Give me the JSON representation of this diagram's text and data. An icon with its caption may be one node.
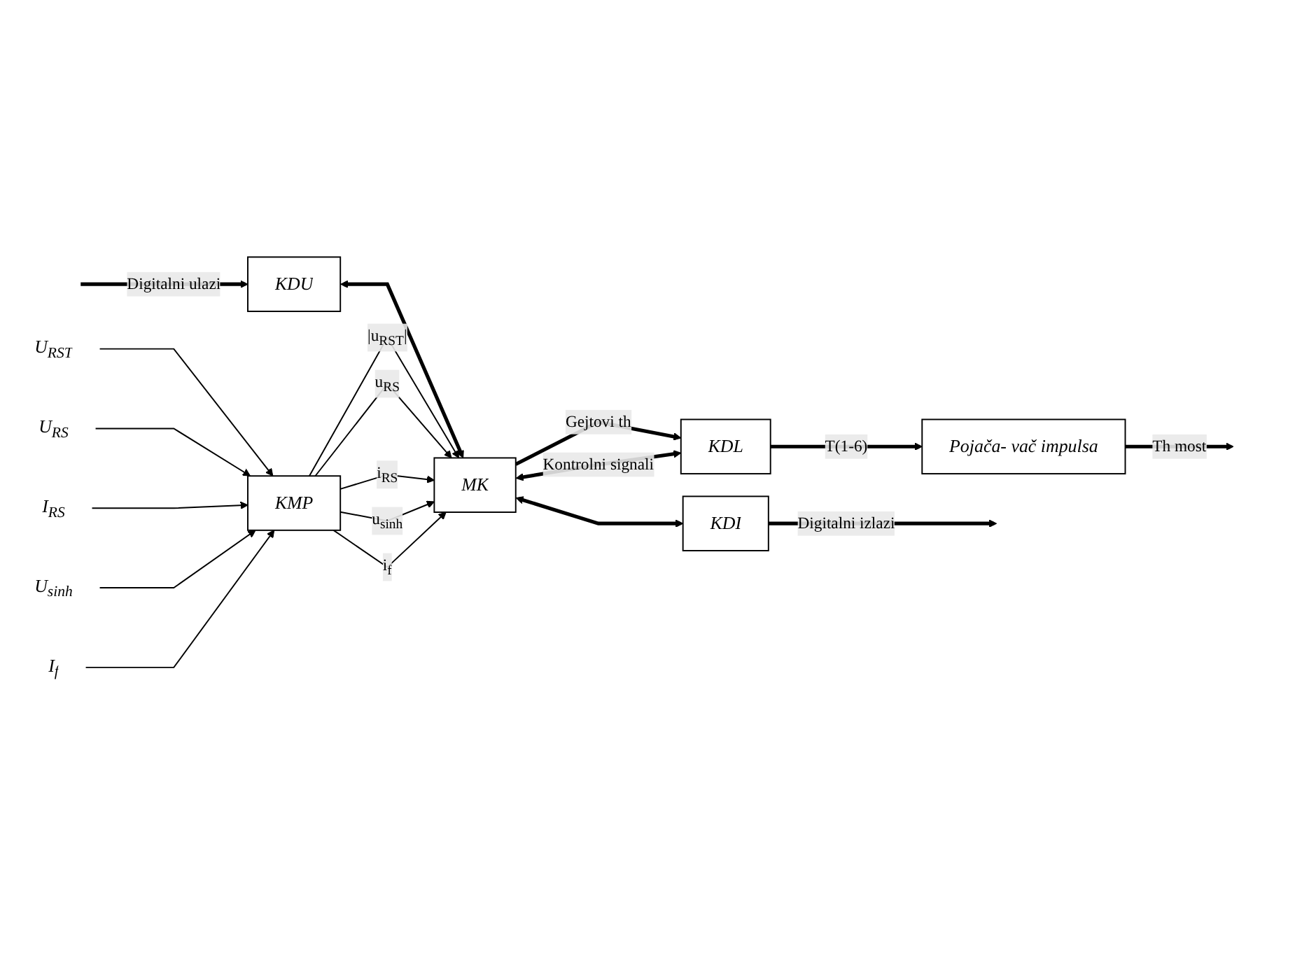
{
  "diagram": {
    "nodes": [
      {
        "text": [
          "KDU"
        ]
      },
      {
        "text": [
          "U$_{RST}$"
        ]
      },
      {
        "text": [
          "U$_{RS}$"
        ]
      },
      {
        "text": [
          "I$_{RS}$"
        ]
      },
      {
        "text": [
          "U$_{sinh}$"
        ]
      },
      {
        "text": [
          "I$_{f}$"
        ]
      },
      {
        "text": [
          "KMP"
        ]
      },
      {
        "text": [
          "MK"
        ]
      },
      {
        "text": [
          "KDL"
        ]
      },
      {
        "text": [
          "Pojača- vač impulsa"
        ]
      },
      {
        "text": [
          "KDI"
        ]
      }
    ],
    "edges": [
      {
        "from": null,
        "to": 0,
        "arrow": "to",
        "label": "Digitalni ulazi",
        "style": "thick"
      },
      {
        "from": 0,
        "to": 7,
        "arrow": "both",
        "style": "thick"
      },
      {
        "from": 1,
        "to": 6,
        "arrow": "to"
      },
      {
        "from": 2,
        "to": 6,
        "arrow": "to"
      },
      {
        "from": 3,
        "to": 6,
        "arrow": "to"
      },
      {
        "from": 4,
        "to": 6,
        "arrow": "to"
      },
      {
        "from": 5,
        "to": 6,
        "arrow": "to"
      },
      {
        "from": 6,
        "to": 7,
        "arrow": "to",
        "label": "|u$_{RST}$|"
      },
      {
        "from": 6,
        "to": 7,
        "arrow": "to",
        "label": "u$_{RS}$"
      },
      {
        "from": 6,
        "to": 7,
        "arrow": "to",
        "label": "i$_{RS}$"
      },
      {
        "from": 6,
        "to": 7,
        "arrow": "to",
        "label": "u$_{sinh}$"
      },
      {
        "from": 6,
        "to": 7,
        "arrow": "to",
        "label": "i$_{f}$"
      },
      {
        "from": 7,
        "to": 8,
        "arrow": "to",
        "label": "Gejtovi th",
        "style": "thick"
      },
      {
        "from": 7,
        "to": 8,
        "arrow": "both",
        "label": "Kontrolni signali",
        "style": "thick"
      },
      {
        "from": 8,
        "to": 9,
        "arrow": "to",
        "label": "T(1-6)",
        "style": "thick"
      },
      {
        "from": 9,
        "to": null,
        "arrow": "to",
        "label": "Th most",
        "style": "thick"
      },
      {
        "from": 7,
        "to": 10,
        "arrow": "both",
        "style": "thick"
      },
      {
        "from": 10,
        "to": null,
        "arrow": "to",
        "label": "Digitalni izlazi",
        "style": "thick"
      }
    ]
  }
}
